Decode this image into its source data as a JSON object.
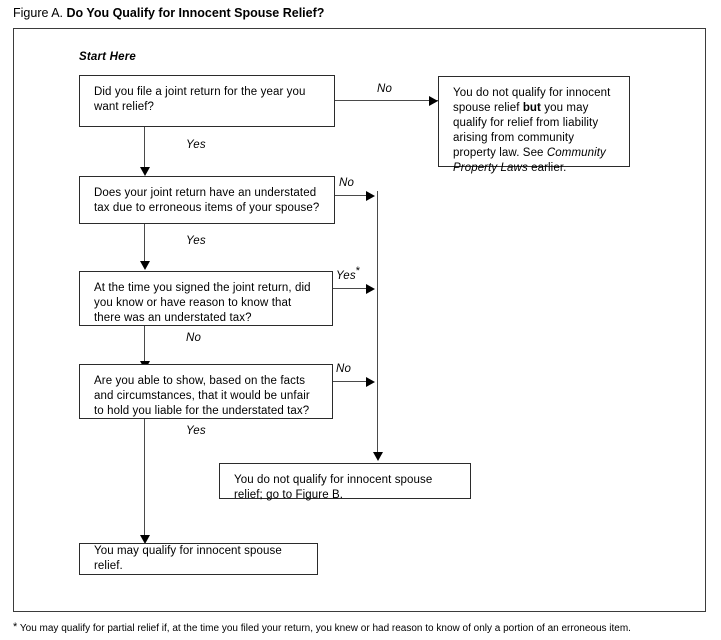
{
  "figure": {
    "label": "Figure A.",
    "headline": "Do You Qualify for Innocent Spouse Relief?"
  },
  "start_marker": "Start Here",
  "boxes": {
    "joint_return": "Did you file a joint return for the year you want relief?",
    "understated_tax": "Does your joint return have an understated tax due to erroneous items of your spouse?",
    "knew_of_tax": "At the time you signed the joint return, did you know or have reason to know that there was an understated tax?",
    "unfair_to_hold": "Are you able to show, based on the facts and circumstances, that it would be unfair to hold you liable for the understated tax?",
    "community_property": {
      "part1": "You do not qualify for innocent spouse relief ",
      "bold": "but",
      "part2": " you may qualify for relief from liability arising from community property law. See ",
      "italic": "Community Property Laws",
      "part3": " earlier."
    },
    "no_qualify_figure_b": "You do not qualify for innocent spouse relief; go to Figure B.",
    "may_qualify": "You may qualify for innocent spouse relief."
  },
  "edge_labels": {
    "joint_return_no": "No",
    "joint_return_yes": "Yes",
    "understated_no": "No",
    "understated_yes": "Yes",
    "knew_yes": "Yes",
    "knew_yes_star": "*",
    "knew_no": "No",
    "unfair_no": "No",
    "unfair_yes": "Yes"
  },
  "footnote": {
    "star": "*",
    "text": " You may qualify for partial relief if, at the time you filed your return, you knew or had reason to know of only a portion of an erroneous item."
  },
  "colors": {
    "background": "#ffffff",
    "text": "#000000",
    "frame_border": "#3b3b3b",
    "box_border": "#2b2b2b",
    "connector": "#4a4a4a",
    "arrow": "#000000"
  }
}
